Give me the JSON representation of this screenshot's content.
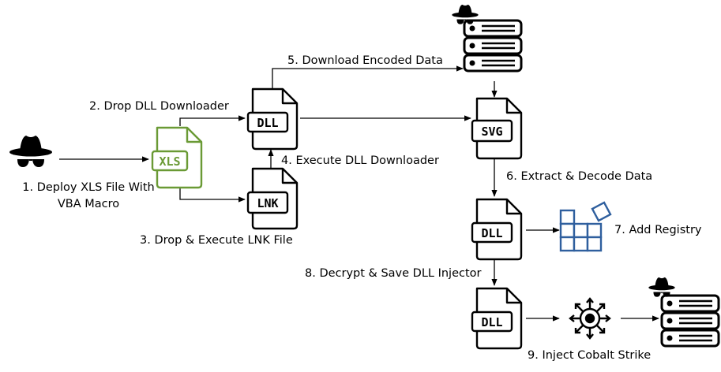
{
  "steps": {
    "s1_line1": "1. Deploy XLS File With",
    "s1_line2": "VBA Macro",
    "s2": "2. Drop DLL Downloader",
    "s3": "3. Drop & Execute LNK File",
    "s4": "4. Execute DLL Downloader",
    "s5": "5. Download Encoded Data",
    "s6": "6. Extract & Decode Data",
    "s7": "7. Add Registry",
    "s8": "8. Decrypt & Save DLL Injector",
    "s9": "9. Inject Cobalt Strike"
  },
  "files": {
    "xls": "XLS",
    "dll_downloader": "DLL",
    "lnk": "LNK",
    "svg": "SVG",
    "dll_decoded": "DLL",
    "dll_injector": "DLL"
  },
  "icons": {
    "attacker": "hacker-icon",
    "server": "server-icon",
    "registry": "registry-blocks-icon",
    "injection": "cobalt-strike-beacon-icon"
  },
  "colors": {
    "xls_green": "#6a9a35",
    "registry_blue": "#2f5f9e",
    "ink": "#000000"
  }
}
